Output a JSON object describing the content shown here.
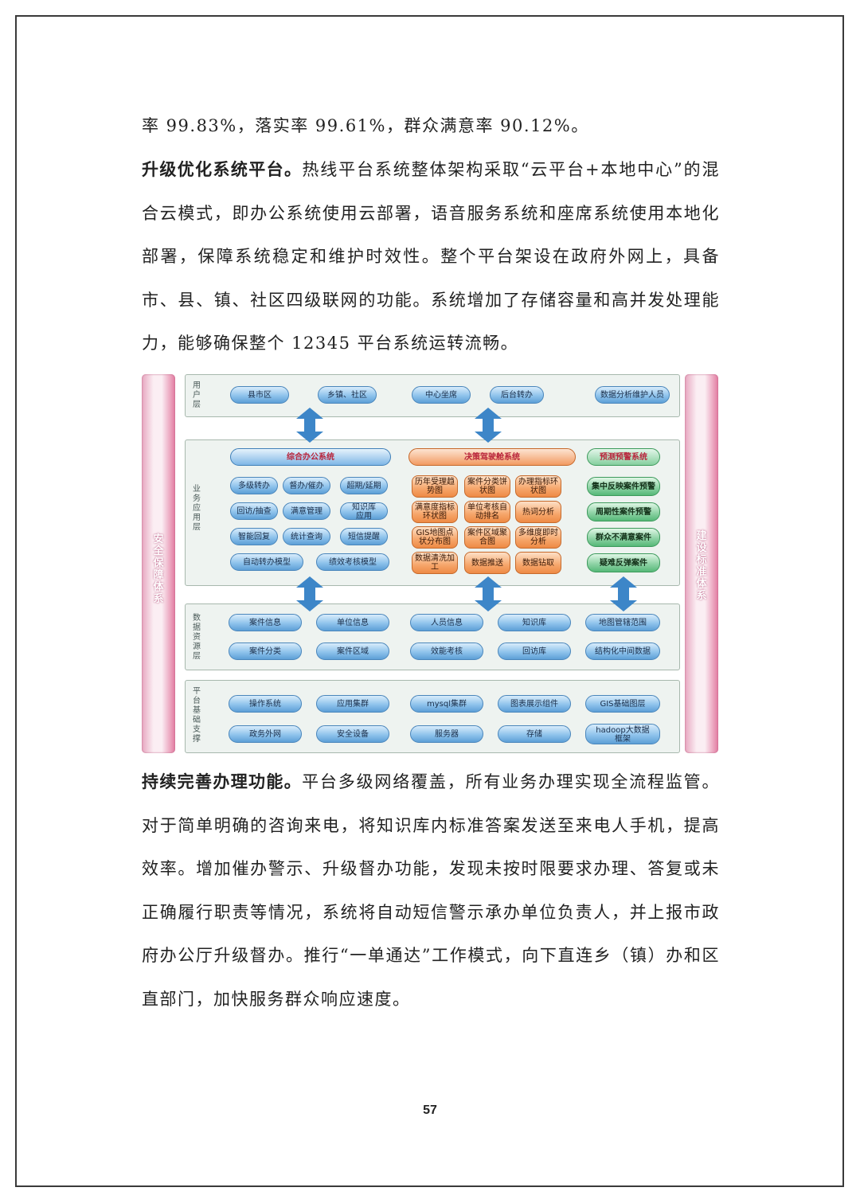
{
  "paragraphs": {
    "p1": "率 99.83%，落实率 99.61%，群众满意率 90.12%。",
    "p2_bold": "升级优化系统平台。",
    "p2": "热线平台系统整体架构采取“云平台+本地中心”的混合云模式，即办公系统使用云部署，语音服务系统和座席系统使用本地化部署，保障系统稳定和维护时效性。整个平台架设在政府外网上，具备市、县、镇、社区四级联网的功能。系统增加了存储容量和高并发处理能力，能够确保整个 12345 平台系统运转流畅。",
    "p3_bold": "持续完善办理功能。",
    "p3": "平台多级网络覆盖，所有业务办理实现全流程监管。对于简单明确的咨询来电，将知识库内标准答案发送至来电人手机，提高效率。增加催办警示、升级督办功能，发现未按时限要求办理、答复或未正确履行职责等情况，系统将自动短信警示承办单位负责人，并上报市政府办公厅升级督办。推行“一单通达”工作模式，向下直连乡（镇）办和区直部门，加快服务群众响应速度。"
  },
  "page_number": "57",
  "diagram": {
    "left_sidebar": "安全保障体系",
    "right_sidebar": "建设标准体系",
    "layers": {
      "user": {
        "name": "用户层",
        "items": [
          "县市区",
          "乡镇、社区",
          "中心坐席",
          "后台转办",
          "数据分析维护人员"
        ]
      },
      "business": {
        "name": "业务应用层",
        "banners": [
          "综合办公系统",
          "决策驾驶舱系统",
          "预测预警系统"
        ],
        "blue_items": [
          "多级转办",
          "督办/催办",
          "超期/延期",
          "回访/抽查",
          "满意管理",
          "知识库应用",
          "智能回复",
          "统计查询",
          "短信提醒",
          "自动转办模型",
          "绩效考核模型"
        ],
        "orange_items": [
          "历年受理趋势图",
          "案件分类饼状图",
          "办理指标环状图",
          "满意度指标环状图",
          "单位考核自动排名",
          "热词分析",
          "GIS地图点状分布图",
          "案件区域聚合图",
          "多维度即时分析",
          "数据清洗加工",
          "数据推送",
          "数据钻取"
        ],
        "green_items": [
          "集中反映案件预警",
          "周期性案件预警",
          "群众不满意案件",
          "疑难反弹案件"
        ]
      },
      "data": {
        "name": "数据资源层",
        "items": [
          "案件信息",
          "单位信息",
          "人员信息",
          "知识库",
          "地图管辖范围",
          "案件分类",
          "案件区域",
          "效能考核",
          "回访库",
          "结构化中间数据"
        ]
      },
      "platform": {
        "name": "平台基础支撑",
        "items": [
          "操作系统",
          "应用集群",
          "mysql集群",
          "图表展示组件",
          "GIS基础图层",
          "政务外网",
          "安全设备",
          "服务器",
          "存储",
          "hadoop大数据框架"
        ]
      }
    }
  },
  "colors": {
    "sidebar": "#e7a6bf",
    "blue_pill": "#8fc3ec",
    "orange_pill": "#f6a66b",
    "green_pill": "#8fd3a6",
    "arrow": "#3d86c8",
    "layer_bg": "#eef3f0"
  }
}
